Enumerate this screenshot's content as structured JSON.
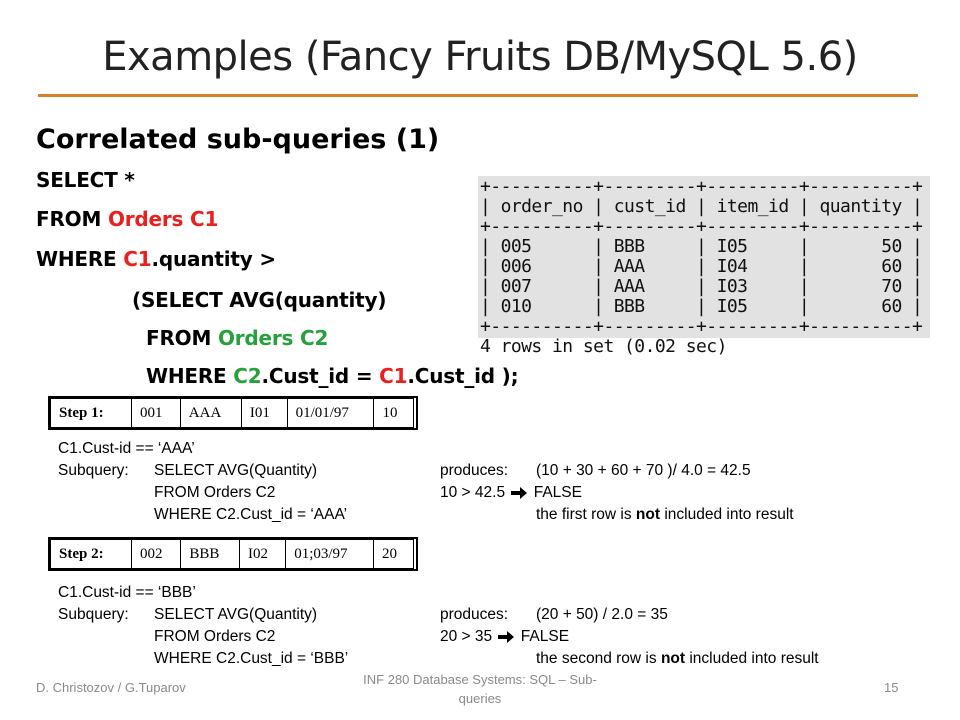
{
  "title": "Examples (Fancy Fruits DB/MySQL 5.6)",
  "subtitle": "Correlated sub-queries (1)",
  "query": {
    "line1": "SELECT  *",
    "line2_kw": "FROM ",
    "line2_tbl": "Orders C1",
    "line3_kw": "WHERE ",
    "line3_alias": "C1",
    "line3_rest": ".quantity >",
    "line4": "(SELECT AVG(quantity)",
    "line5_kw": "FROM ",
    "line5_tbl": "Orders C2",
    "line6_kw": "WHERE ",
    "line6_alias": "C2",
    "line6_mid": ".Cust_id =  ",
    "line6_alias2": "C1",
    "line6_rest": ".Cust_id );"
  },
  "terminal": {
    "lines": [
      "+----------+---------+---------+----------+",
      "| order_no | cust_id | item_id | quantity |",
      "+----------+---------+---------+----------+",
      "| 005      | BBB     | I05     |       50 |",
      "| 006      | AAA     | I04     |       60 |",
      "| 007      | AAA     | I03     |       70 |",
      "| 010      | BBB     | I05     |       60 |",
      "+----------+---------+---------+----------+",
      "4 rows in set (0.02 sec)"
    ]
  },
  "step1": {
    "label": "Step 1:",
    "cells": [
      "001",
      "AAA",
      "I01",
      "01/01/97",
      "10"
    ],
    "cust": "C1.Cust-id == ‘AAA’",
    "sub_label": "Subquery:",
    "sub_l1": "SELECT AVG(Quantity)",
    "sub_l2": "FROM Orders C2",
    "sub_l3": "WHERE C2.Cust_id = ‘AAA’",
    "produces_label": "produces:",
    "produces_val": "(10 + 30 + 60 + 70 )/ 4.0 = 42.5",
    "cmp": "10 > 42.5",
    "result": "FALSE",
    "note_pre": "the first row is ",
    "note_bold": "not",
    "note_post": " included into result"
  },
  "step2": {
    "label": "Step 2:",
    "cells": [
      "002",
      "BBB",
      "I02",
      "01;03/97",
      "20"
    ],
    "cust": "C1.Cust-id == ‘BBB’",
    "sub_label": "Subquery:",
    "sub_l1": "SELECT AVG(Quantity)",
    "sub_l2": "FROM Orders C2",
    "sub_l3": "WHERE C2.Cust_id = ‘BBB’",
    "produces_label": "produces:",
    "produces_val": "(20 + 50) / 2.0 = 35",
    "cmp": "20 > 35",
    "result": "FALSE",
    "note_pre": "the second row is ",
    "note_bold": "not",
    "note_post": " included into result"
  },
  "footer": {
    "left": "D. Christozov / G.Tuparov",
    "mid": "INF 280 Database Systems: SQL – Sub-queries",
    "page": "15"
  },
  "colors": {
    "accent_rule": "#d9822b",
    "alias_red": "#e8201f",
    "alias_green": "#27a03e"
  }
}
